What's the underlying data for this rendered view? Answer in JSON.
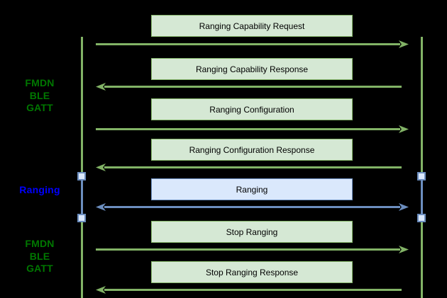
{
  "diagram": {
    "type": "sequence-diagram",
    "background": "#000000",
    "participants": {
      "left_lifeline": "",
      "right_lifeline": ""
    },
    "side_labels": [
      {
        "lines": [
          "FMDN",
          "BLE",
          "GATT"
        ],
        "color": "#007700"
      },
      {
        "lines": [
          "Ranging"
        ],
        "color": "#0000ff"
      },
      {
        "lines": [
          "FMDN",
          "BLE",
          "GATT"
        ],
        "color": "#007700"
      }
    ],
    "messages": [
      {
        "label": "Ranging Capability Request",
        "direction": "left-to-right",
        "style": "green"
      },
      {
        "label": "Ranging Capability Response",
        "direction": "right-to-left",
        "style": "green"
      },
      {
        "label": "Ranging Configuration",
        "direction": "left-to-right",
        "style": "green"
      },
      {
        "label": "Ranging Configuration Response",
        "direction": "right-to-left",
        "style": "green"
      },
      {
        "label": "Ranging",
        "direction": "bidirectional",
        "style": "blue"
      },
      {
        "label": "Stop Ranging",
        "direction": "left-to-right",
        "style": "green"
      },
      {
        "label": "Stop Ranging Response",
        "direction": "right-to-left",
        "style": "green"
      }
    ],
    "colors": {
      "green_fill": "#d5e8d4",
      "green_stroke": "#82b366",
      "blue_fill": "#dae8fc",
      "blue_stroke": "#6c8ebf",
      "side_label_green": "#007700",
      "side_label_blue": "#0000ff",
      "message_text": "#000000",
      "background": "#000000"
    }
  }
}
